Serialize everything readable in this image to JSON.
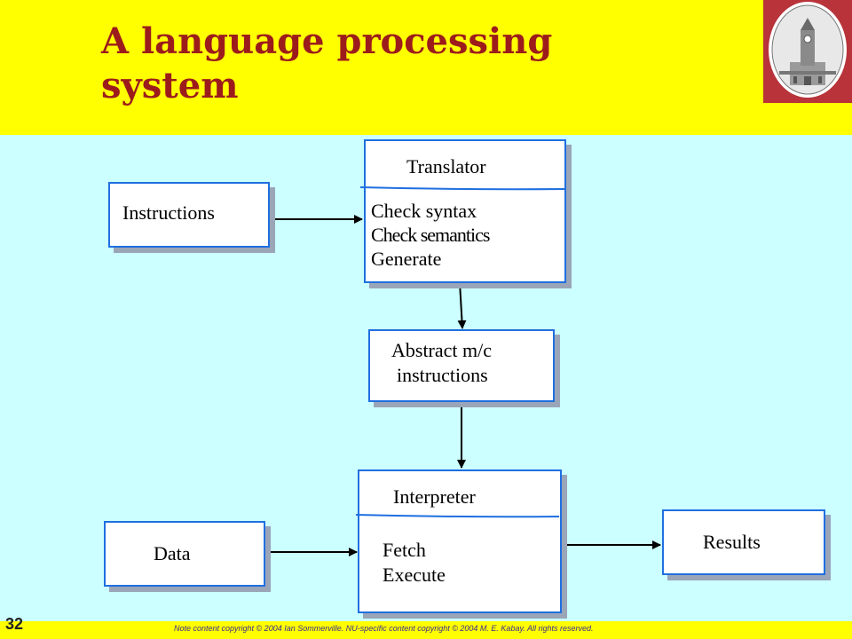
{
  "slide": {
    "title_line1": "A language processing",
    "title_line2": "system",
    "page_number": "32",
    "copyright": "Note content copyright © 2004 Ian Sommerville. NU-specific content copyright © 2004 M. E. Kabay. All rights reserved."
  },
  "diagram": {
    "instructions": "Instructions",
    "translator": {
      "heading": "Translator",
      "steps": [
        "Check syntax",
        "Check semantics",
        "Generate"
      ]
    },
    "abstract": {
      "line1": "Abstract m/c",
      "line2": "instructions"
    },
    "interpreter": {
      "heading": "Interpreter",
      "steps": [
        "Fetch",
        "Execute"
      ]
    },
    "data": "Data",
    "results": "Results"
  },
  "colors": {
    "header": "#ffff00",
    "background": "#ccffff",
    "title": "#9c1c1c",
    "box_border": "#1f6fe0"
  }
}
